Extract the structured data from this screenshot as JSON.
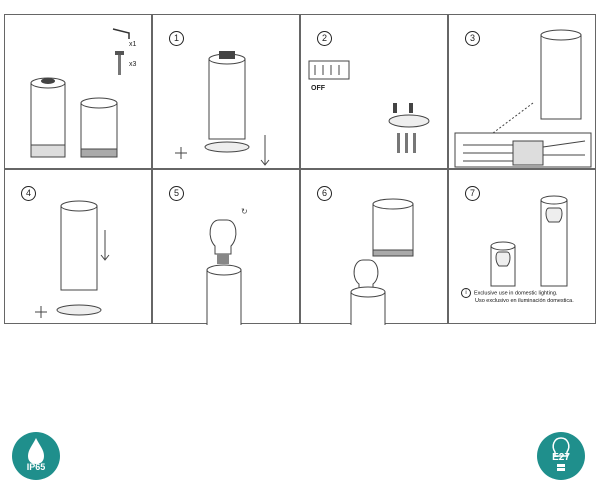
{
  "steps": [
    "1",
    "2",
    "3",
    "4",
    "5",
    "6",
    "7"
  ],
  "parts": {
    "qty_a": "x1",
    "qty_b": "x3"
  },
  "step2": {
    "switch_label": "OFF"
  },
  "step7": {
    "note_en": "Exclusive use in domestic lighting.",
    "note_es": "Uso exclusivo en iluminación domestica.",
    "info_icon": "i"
  },
  "badges": {
    "ip_label": "IP65",
    "bulb_label": "E27"
  },
  "colors": {
    "badge": "#1f8f8c",
    "line": "#444444"
  }
}
